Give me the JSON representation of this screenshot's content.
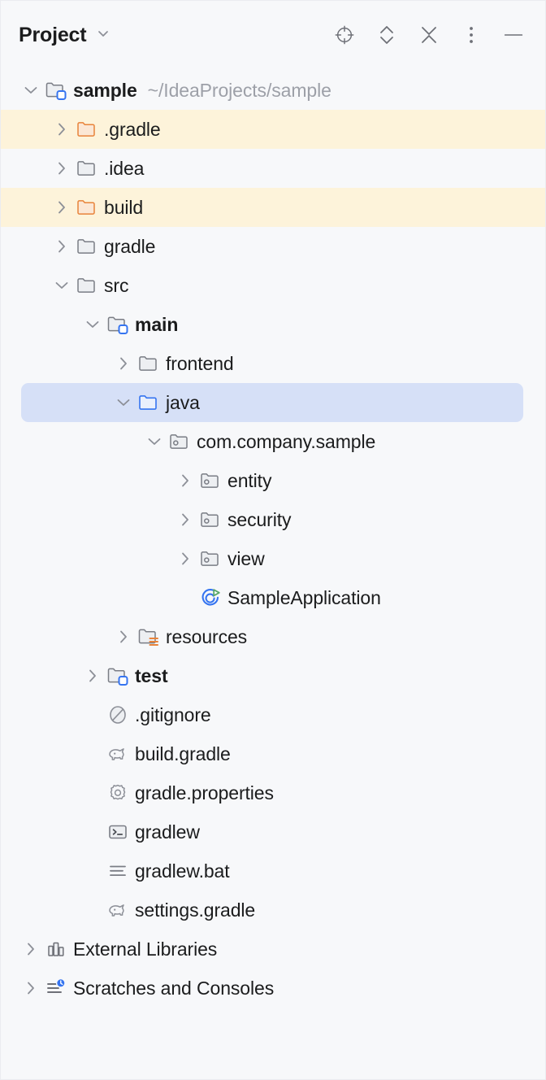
{
  "window": {
    "title": "Project",
    "title_dropdown_icon": "chevron-down-icon"
  },
  "toolbar": {
    "actions": [
      {
        "name": "select-opened-file",
        "icon": "crosshair-target-icon"
      },
      {
        "name": "expand-all",
        "icon": "chevron-up-down-icon"
      },
      {
        "name": "collapse-all",
        "icon": "chevrons-collapse-icon"
      },
      {
        "name": "more-options",
        "icon": "vertical-dots-icon"
      },
      {
        "name": "hide-tool-window",
        "icon": "minimize-dash-icon"
      }
    ]
  },
  "colors": {
    "panel_background": "#F7F8FA",
    "excluded_row_background": "#FDF3DA",
    "selected_row_background": "#D6E0F7",
    "text": "#1B1C1D",
    "muted_text": "#9DA0A8",
    "excluded_folder_accent": "#E8833A",
    "source_root_accent": "#3574F0",
    "resources_accent": "#E8833A",
    "run_marker_green": "#59A869"
  },
  "tree": {
    "nodes": [
      {
        "label": "sample",
        "sublabel": "~/IdeaProjects/sample",
        "icon": "module-folder-icon",
        "twisty": "expanded",
        "depth": 0,
        "bold": true,
        "state": "normal"
      },
      {
        "label": ".gradle",
        "sublabel": "",
        "icon": "excluded-folder-icon",
        "twisty": "collapsed",
        "depth": 1,
        "bold": false,
        "state": "excluded"
      },
      {
        "label": ".idea",
        "sublabel": "",
        "icon": "folder-icon",
        "twisty": "collapsed",
        "depth": 1,
        "bold": false,
        "state": "normal"
      },
      {
        "label": "build",
        "sublabel": "",
        "icon": "excluded-folder-icon",
        "twisty": "collapsed",
        "depth": 1,
        "bold": false,
        "state": "excluded"
      },
      {
        "label": "gradle",
        "sublabel": "",
        "icon": "folder-icon",
        "twisty": "collapsed",
        "depth": 1,
        "bold": false,
        "state": "normal"
      },
      {
        "label": "src",
        "sublabel": "",
        "icon": "folder-icon",
        "twisty": "expanded",
        "depth": 1,
        "bold": false,
        "state": "normal"
      },
      {
        "label": "main",
        "sublabel": "",
        "icon": "module-folder-icon",
        "twisty": "expanded",
        "depth": 2,
        "bold": true,
        "state": "normal"
      },
      {
        "label": "frontend",
        "sublabel": "",
        "icon": "folder-icon",
        "twisty": "collapsed",
        "depth": 3,
        "bold": false,
        "state": "normal"
      },
      {
        "label": "java",
        "sublabel": "",
        "icon": "source-root-folder-icon",
        "twisty": "expanded",
        "depth": 3,
        "bold": false,
        "state": "selected"
      },
      {
        "label": "com.company.sample",
        "sublabel": "",
        "icon": "package-icon",
        "twisty": "expanded",
        "depth": 4,
        "bold": false,
        "state": "normal"
      },
      {
        "label": "entity",
        "sublabel": "",
        "icon": "package-icon",
        "twisty": "collapsed",
        "depth": 5,
        "bold": false,
        "state": "normal"
      },
      {
        "label": "security",
        "sublabel": "",
        "icon": "package-icon",
        "twisty": "collapsed",
        "depth": 5,
        "bold": false,
        "state": "normal"
      },
      {
        "label": "view",
        "sublabel": "",
        "icon": "package-icon",
        "twisty": "collapsed",
        "depth": 5,
        "bold": false,
        "state": "normal"
      },
      {
        "label": "SampleApplication",
        "sublabel": "",
        "icon": "spring-boot-run-class-icon",
        "twisty": "none",
        "depth": 5,
        "bold": false,
        "state": "normal"
      },
      {
        "label": "resources",
        "sublabel": "",
        "icon": "resources-root-folder-icon",
        "twisty": "collapsed",
        "depth": 3,
        "bold": false,
        "state": "normal"
      },
      {
        "label": "test",
        "sublabel": "",
        "icon": "module-folder-icon",
        "twisty": "collapsed",
        "depth": 2,
        "bold": true,
        "state": "normal"
      },
      {
        "label": ".gitignore",
        "sublabel": "",
        "icon": "gitignore-icon",
        "twisty": "none",
        "depth": 2,
        "bold": false,
        "state": "normal"
      },
      {
        "label": "build.gradle",
        "sublabel": "",
        "icon": "gradle-elephant-icon",
        "twisty": "none",
        "depth": 2,
        "bold": false,
        "state": "normal"
      },
      {
        "label": "gradle.properties",
        "sublabel": "",
        "icon": "properties-gear-icon",
        "twisty": "none",
        "depth": 2,
        "bold": false,
        "state": "normal"
      },
      {
        "label": "gradlew",
        "sublabel": "",
        "icon": "shell-script-icon",
        "twisty": "none",
        "depth": 2,
        "bold": false,
        "state": "normal"
      },
      {
        "label": "gradlew.bat",
        "sublabel": "",
        "icon": "text-lines-icon",
        "twisty": "none",
        "depth": 2,
        "bold": false,
        "state": "normal"
      },
      {
        "label": "settings.gradle",
        "sublabel": "",
        "icon": "gradle-elephant-icon",
        "twisty": "none",
        "depth": 2,
        "bold": false,
        "state": "normal"
      },
      {
        "label": "External Libraries",
        "sublabel": "",
        "icon": "library-books-icon",
        "twisty": "collapsed",
        "depth": 0,
        "bold": false,
        "state": "normal"
      },
      {
        "label": "Scratches and Consoles",
        "sublabel": "",
        "icon": "scratches-clock-icon",
        "twisty": "collapsed",
        "depth": 0,
        "bold": false,
        "state": "normal"
      }
    ]
  }
}
